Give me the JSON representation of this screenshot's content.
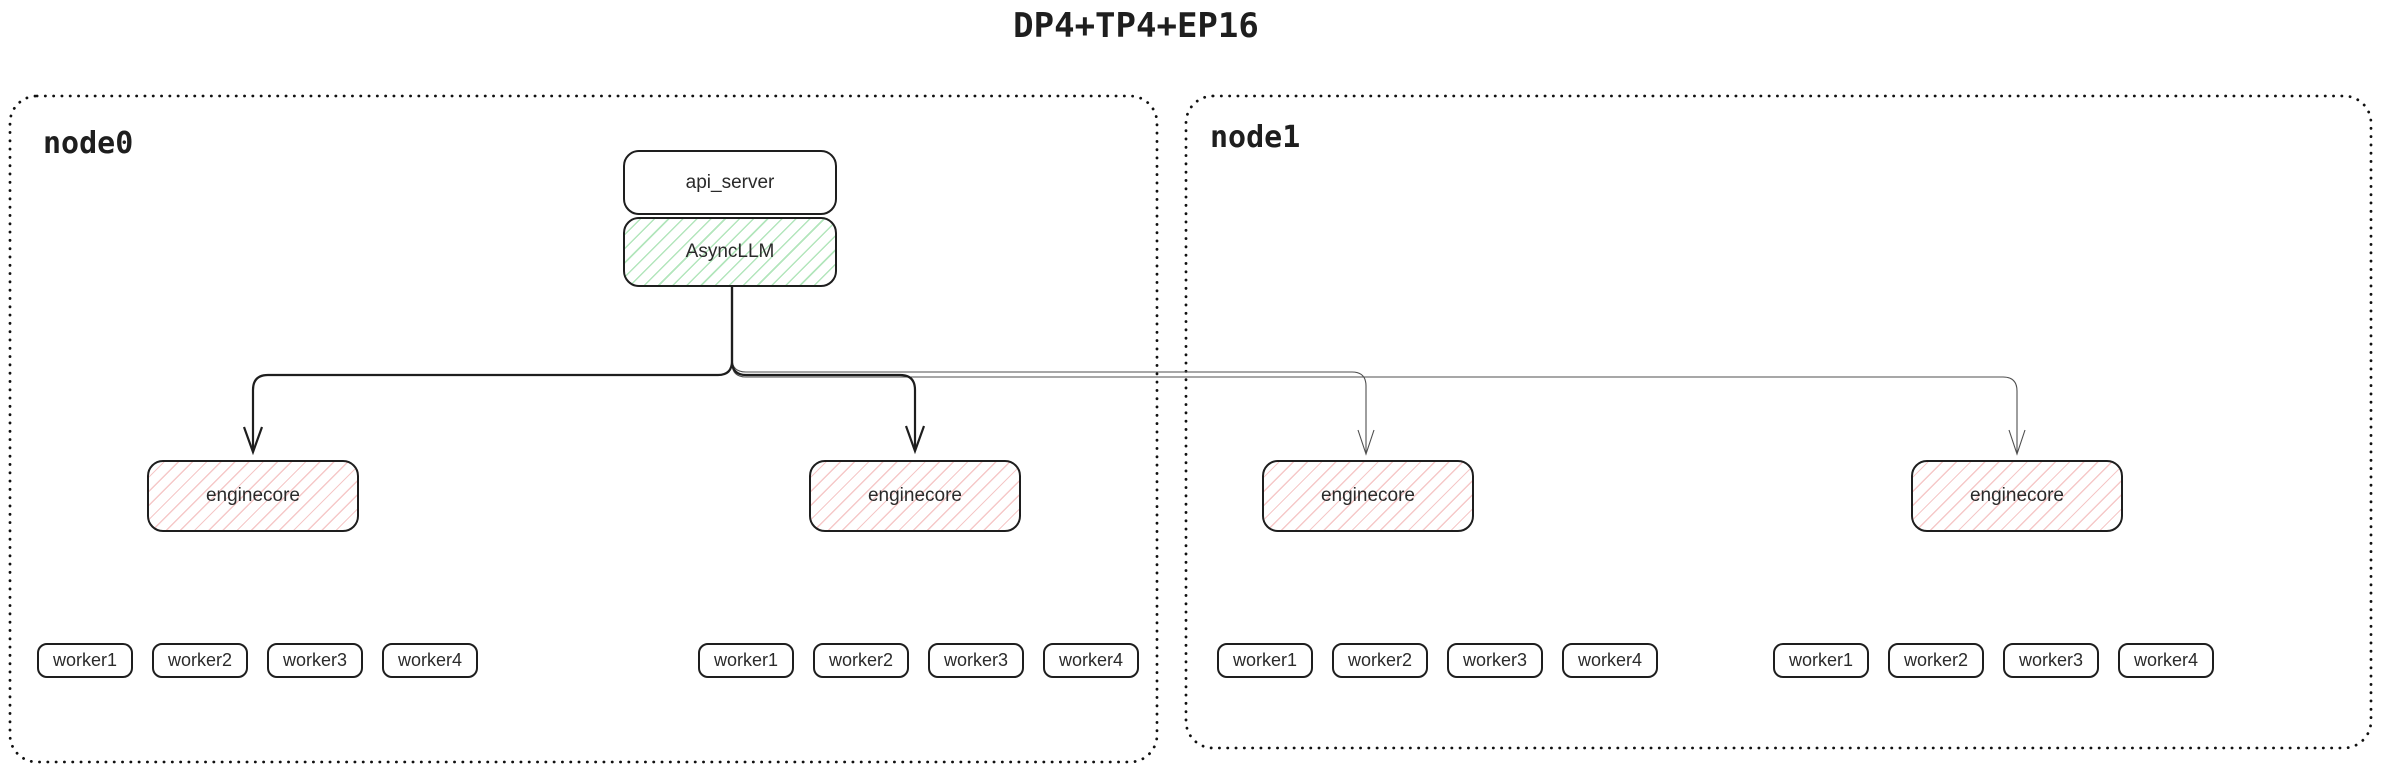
{
  "title": "DP4+TP4+EP16",
  "colors": {
    "box_border": "#1e1e1e",
    "green_hatch": "#40c057",
    "red_hatch": "#e03131",
    "thick_arrow": "#1e1e1e",
    "thin_arrow": "#4f4f4f"
  },
  "nodes": [
    {
      "label": "node0",
      "api_server_label": "api_server",
      "async_llm_label": "AsyncLLM",
      "enginecores": [
        "enginecore",
        "enginecore"
      ],
      "worker_groups": [
        {
          "workers": [
            "worker1",
            "worker2",
            "worker3",
            "worker4"
          ]
        },
        {
          "workers": [
            "worker1",
            "worker2",
            "worker3",
            "worker4"
          ]
        }
      ]
    },
    {
      "label": "node1",
      "enginecores": [
        "enginecore",
        "enginecore"
      ],
      "worker_groups": [
        {
          "workers": [
            "worker1",
            "worker2",
            "worker3",
            "worker4"
          ]
        },
        {
          "workers": [
            "worker1",
            "worker2",
            "worker3",
            "worker4"
          ]
        }
      ]
    }
  ]
}
